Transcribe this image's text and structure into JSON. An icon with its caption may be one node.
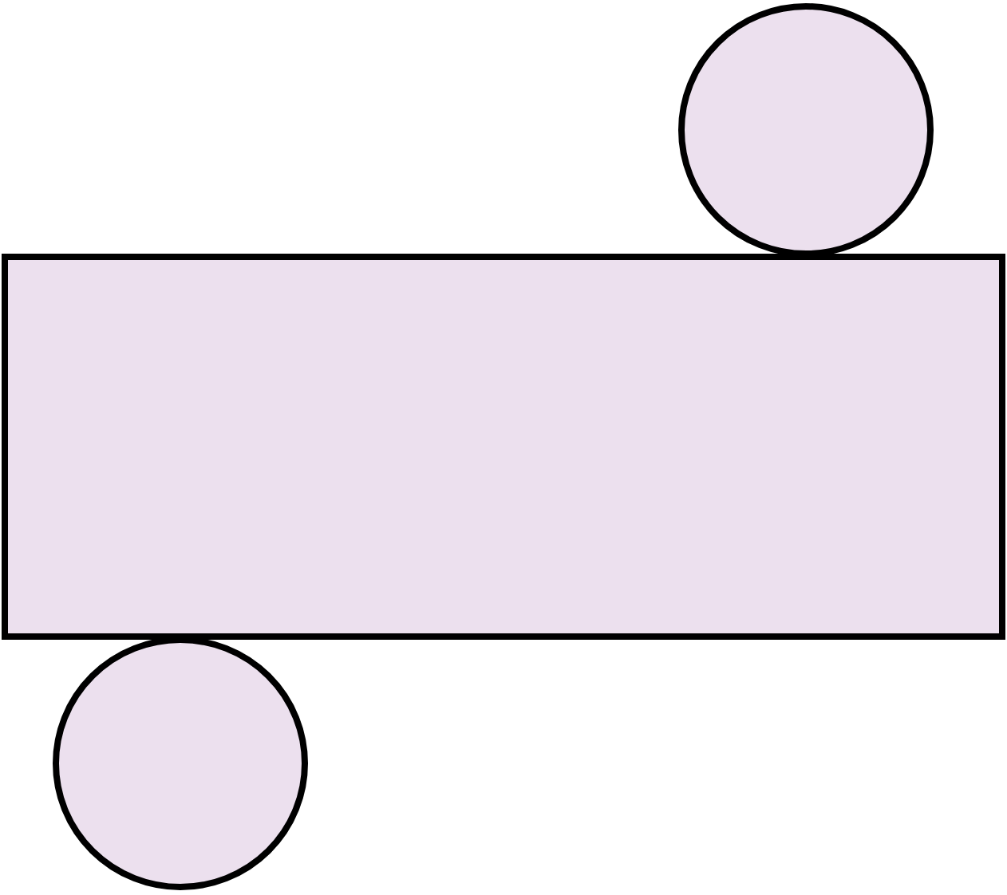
{
  "diagram": {
    "nodes": [
      {
        "text": [],
        "shape": "circle"
      },
      {
        "text": [],
        "shape": "box"
      },
      {
        "text": [],
        "shape": "circle"
      }
    ]
  }
}
